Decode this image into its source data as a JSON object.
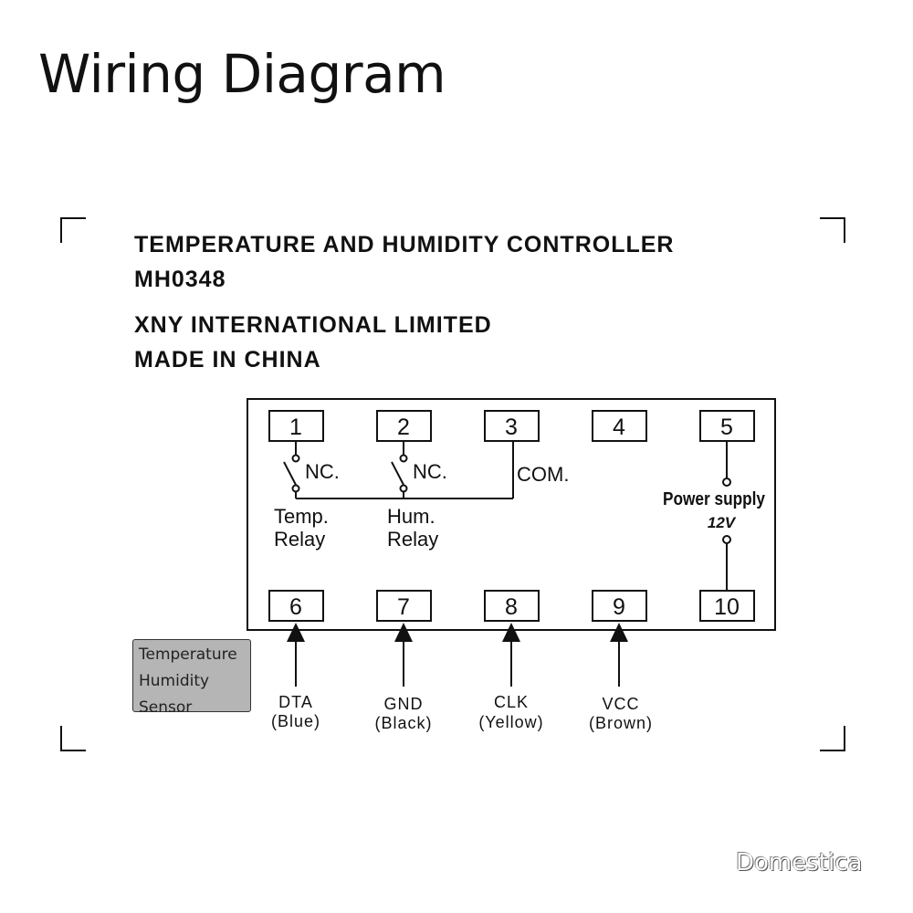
{
  "title": "Wiring Diagram",
  "header": {
    "line1": "TEMPERATURE AND HUMIDITY CONTROLLER",
    "line2": "MH0348",
    "line3": "XNY  INTERNATIONAL  LIMITED",
    "line4": "MADE  IN CHINA"
  },
  "terminals": {
    "top": [
      "1",
      "2",
      "3",
      "4",
      "5"
    ],
    "bottom": [
      "6",
      "7",
      "8",
      "9",
      "10"
    ]
  },
  "relays": {
    "nc1": "NC.",
    "nc2": "NC.",
    "com": "COM.",
    "temp_line1": "Temp.",
    "temp_line2": "Relay",
    "hum_line1": "Hum.",
    "hum_line2": "Relay"
  },
  "power": {
    "label": "Power supply",
    "voltage": "12V"
  },
  "sensor": {
    "line1": "Temperature",
    "line2": "Humidity",
    "line3": "Sensor"
  },
  "wires": [
    {
      "name": "DTA",
      "color": "(Blue)"
    },
    {
      "name": "GND",
      "color": "(Black)"
    },
    {
      "name": "CLK",
      "color": "(Yellow)"
    },
    {
      "name": "VCC",
      "color": "(Brown)"
    }
  ],
  "watermark": "Domestica"
}
